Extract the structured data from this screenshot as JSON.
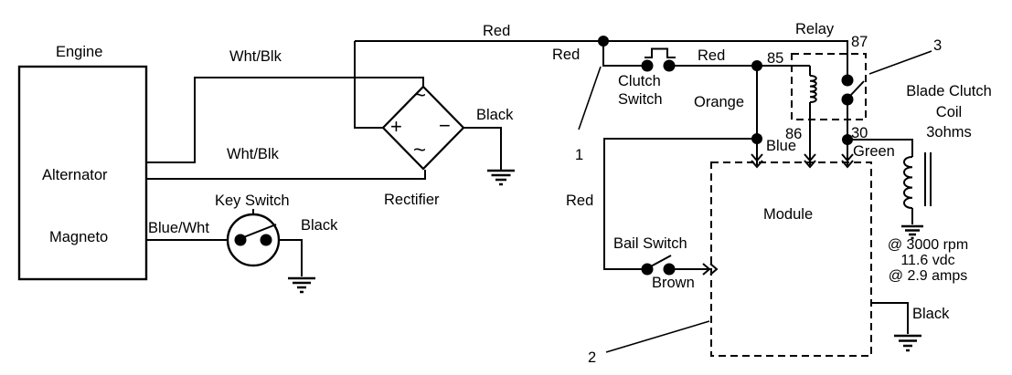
{
  "colors": {
    "ink": "#000000",
    "paper": "#ffffff"
  },
  "engine": {
    "title": "Engine",
    "alternator": "Alternator",
    "magneto": "Magneto"
  },
  "wire_labels": {
    "wht_blk_top": "Wht/Blk",
    "wht_blk_bottom": "Wht/Blk",
    "blue_wht": "Blue/Wht",
    "red_top": "Red",
    "red_junction": "Red",
    "red_clutch": "Red",
    "red_left": "Red",
    "orange": "Orange",
    "blue": "Blue",
    "green": "Green",
    "brown": "Brown",
    "black_rectifier": "Black",
    "black_key": "Black",
    "black_module": "Black"
  },
  "components": {
    "key_switch": "Key Switch",
    "rectifier": "Rectifier",
    "clutch_switch": "Clutch Switch",
    "bail_switch": "Bail Switch",
    "relay": "Relay",
    "module": "Module"
  },
  "relay_pins": {
    "pin_87": "87",
    "pin_85": "85",
    "pin_86": "86",
    "pin_30": "30"
  },
  "callouts": {
    "one": "1",
    "two": "2",
    "three": "3"
  },
  "blade_clutch_coil": {
    "line1": "Blade Clutch",
    "line2": "Coil",
    "line3": "3ohms"
  },
  "coil_specs": {
    "line1": "@ 3000 rpm",
    "line2": "11.6 vdc",
    "line3": "@ 2.9 amps"
  },
  "rectifier_symbols": {
    "plus": "+",
    "minus": "−",
    "ac_top": "~",
    "ac_bottom": "~"
  }
}
